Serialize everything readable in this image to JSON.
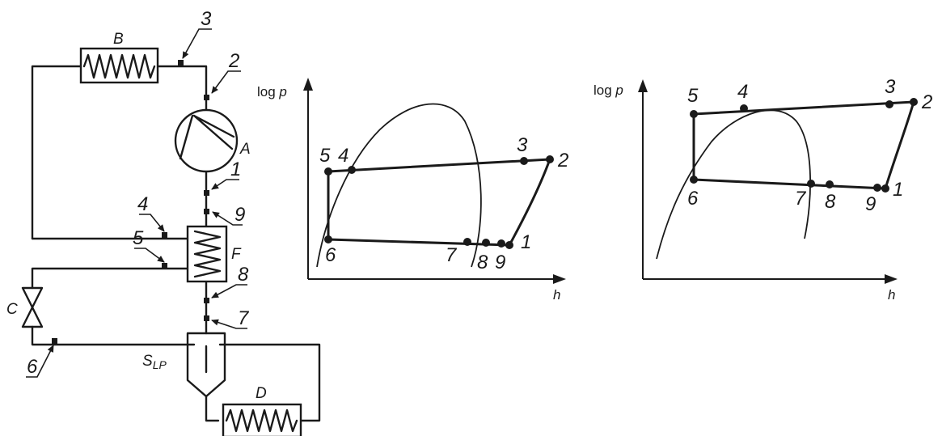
{
  "schematic": {
    "components": {
      "compressor": "A",
      "condenser": "B",
      "expansion_valve": "C",
      "evaporator": "D",
      "internal_heat_exchanger": "F",
      "separator_main": "S",
      "separator_sub": "LP"
    },
    "points": [
      "1",
      "2",
      "3",
      "4",
      "5",
      "6",
      "7",
      "8",
      "9"
    ]
  },
  "diagram_left": {
    "y_axis_label": "log p",
    "y_axis_italic": "p",
    "y_axis_prefix": "log ",
    "x_axis_label": "h",
    "points": [
      "5",
      "4",
      "3",
      "2",
      "6",
      "7",
      "8",
      "9",
      "1"
    ]
  },
  "diagram_right": {
    "y_axis_label": "log p",
    "y_axis_italic": "p",
    "y_axis_prefix": "log ",
    "x_axis_label": "h",
    "points": [
      "5",
      "4",
      "3",
      "2",
      "6",
      "7",
      "8",
      "9",
      "1"
    ]
  },
  "colors": {
    "line": "#1a1a1a",
    "background": "#ffffff"
  }
}
